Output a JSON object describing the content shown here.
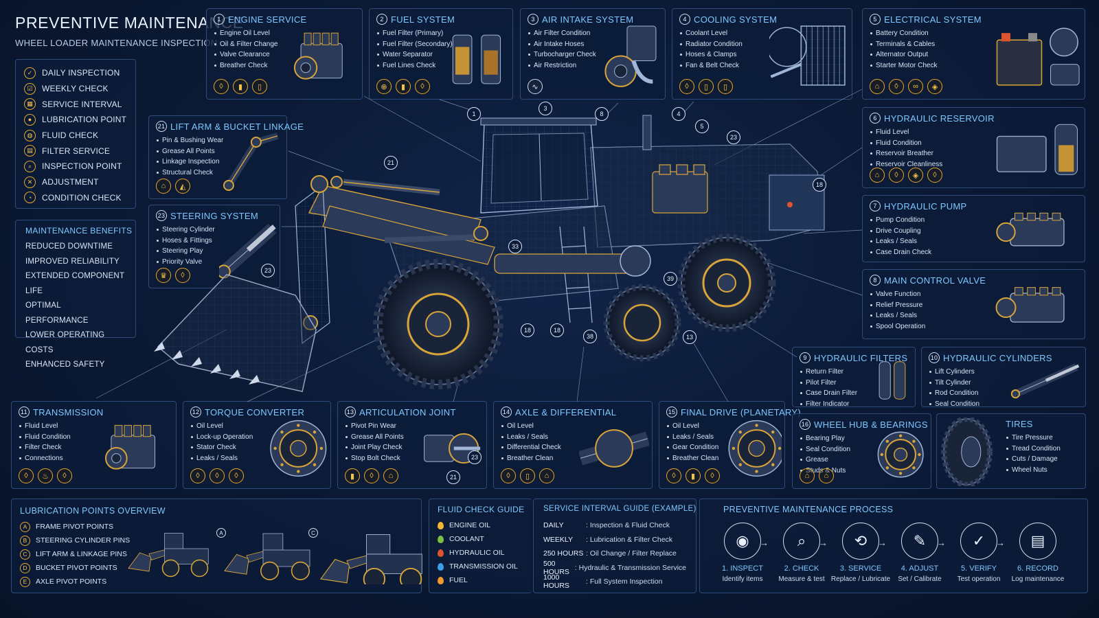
{
  "header": {
    "title": "PREVENTIVE MAINTENANCE",
    "subtitle": "WHEEL LOADER MAINTENANCE INSPECTION"
  },
  "legend": [
    {
      "label": "DAILY INSPECTION",
      "icon": "check-circle-icon"
    },
    {
      "label": "WEEKLY CHECK",
      "icon": "calendar-check-icon"
    },
    {
      "label": "SERVICE INTERVAL",
      "icon": "calendar-icon"
    },
    {
      "label": "LUBRICATION POINT",
      "icon": "oil-drop-icon"
    },
    {
      "label": "FLUID CHECK",
      "icon": "fluid-icon"
    },
    {
      "label": "FILTER SERVICE",
      "icon": "filter-icon"
    },
    {
      "label": "INSPECTION POINT",
      "icon": "magnifier-icon"
    },
    {
      "label": "ADJUSTMENT",
      "icon": "wrench-icon"
    },
    {
      "label": "CONDITION CHECK",
      "icon": "gauge-icon"
    }
  ],
  "benefits": {
    "title": "MAINTENANCE BENEFITS",
    "items": [
      "REDUCED DOWNTIME",
      "IMPROVED RELIABILITY",
      "EXTENDED COMPONENT LIFE",
      "OPTIMAL PERFORMANCE",
      "LOWER OPERATING COSTS",
      "ENHANCED SAFETY"
    ]
  },
  "systems": {
    "engine": {
      "num": "1",
      "title": "ENGINE SERVICE",
      "items": [
        "Engine Oil Level",
        "Oil & Filter Change",
        "Valve Clearance",
        "Breather Check"
      ]
    },
    "fuel": {
      "num": "2",
      "title": "FUEL SYSTEM",
      "items": [
        "Fuel Filter (Primary)",
        "Fuel Filter (Secondary)",
        "Water Separator",
        "Fuel Lines Check"
      ]
    },
    "air": {
      "num": "3",
      "title": "AIR INTAKE SYSTEM",
      "items": [
        "Air Filter Condition",
        "Air Intake Hoses",
        "Turbocharger Check",
        "Air Restriction"
      ]
    },
    "cooling": {
      "num": "4",
      "title": "COOLING SYSTEM",
      "items": [
        "Coolant Level",
        "Radiator Condition",
        "Hoses & Clamps",
        "Fan & Belt Check"
      ]
    },
    "electrical": {
      "num": "5",
      "title": "ELECTRICAL SYSTEM",
      "items": [
        "Battery Condition",
        "Terminals & Cables",
        "Alternator Output",
        "Starter Motor Check"
      ]
    },
    "reservoir": {
      "num": "6",
      "title": "HYDRAULIC RESERVOIR",
      "items": [
        "Fluid Level",
        "Fluid Condition",
        "Reservoir Breather",
        "Reservoir Cleanliness"
      ]
    },
    "pump": {
      "num": "7",
      "title": "HYDRAULIC PUMP",
      "items": [
        "Pump Condition",
        "Drive Coupling",
        "Leaks / Seals",
        "Case Drain Check"
      ]
    },
    "valve": {
      "num": "8",
      "title": "MAIN CONTROL VALVE",
      "items": [
        "Valve Function",
        "Relief Pressure",
        "Leaks / Seals",
        "Spool Operation"
      ]
    },
    "filters": {
      "num": "9",
      "title": "HYDRAULIC FILTERS",
      "items": [
        "Return Filter",
        "Pilot Filter",
        "Case Drain Filter",
        "Filter Indicator"
      ]
    },
    "cylinders": {
      "num": "10",
      "title": "HYDRAULIC CYLINDERS",
      "items": [
        "Lift Cylinders",
        "Tilt Cylinder",
        "Rod Condition",
        "Seal Condition"
      ]
    },
    "transmission": {
      "num": "11",
      "title": "TRANSMISSION",
      "items": [
        "Fluid Level",
        "Fluid Condition",
        "Filter Check",
        "Connections"
      ]
    },
    "converter": {
      "num": "12",
      "title": "TORQUE CONVERTER",
      "items": [
        "Oil Level",
        "Lock-up Operation",
        "Stator Check",
        "Leaks / Seals"
      ]
    },
    "articulation": {
      "num": "13",
      "title": "ARTICULATION JOINT",
      "items": [
        "Pivot Pin Wear",
        "Grease All Points",
        "Joint Play Check",
        "Stop Bolt Check"
      ]
    },
    "axle": {
      "num": "14",
      "title": "AXLE & DIFFERENTIAL",
      "items": [
        "Oil Level",
        "Leaks / Seals",
        "Differential Check",
        "Breather Clean"
      ]
    },
    "finaldrive": {
      "num": "15",
      "title": "FINAL DRIVE (PLANETARY)",
      "items": [
        "Oil Level",
        "Leaks / Seals",
        "Gear Condition",
        "Breather Clean"
      ]
    },
    "hub": {
      "num": "16",
      "title": "WHEEL HUB & BEARINGS",
      "items": [
        "Bearing Play",
        "Seal Condition",
        "Grease",
        "Studs & Nuts"
      ]
    },
    "tires": {
      "title": "TIRES",
      "items": [
        "Tire Pressure",
        "Tread Condition",
        "Cuts / Damage",
        "Wheel Nuts"
      ]
    },
    "liftarm": {
      "num": "21",
      "title": "LIFT ARM & BUCKET LINKAGE",
      "items": [
        "Pin & Bushing Wear",
        "Grease All Points",
        "Linkage Inspection",
        "Structural Check"
      ]
    },
    "steering": {
      "num": "23",
      "title": "STEERING SYSTEM",
      "items": [
        "Steering Cylinder",
        "Hoses & Fittings",
        "Steering Play",
        "Priority Valve"
      ]
    }
  },
  "callouts": [
    "1",
    "3",
    "8",
    "4",
    "5",
    "23",
    "18",
    "21",
    "23",
    "33",
    "18",
    "18",
    "38",
    "39",
    "13",
    "23",
    "21"
  ],
  "lubrication": {
    "title": "LUBRICATION POINTS OVERVIEW",
    "items": [
      {
        "letter": "A",
        "label": "FRAME PIVOT POINTS"
      },
      {
        "letter": "B",
        "label": "STEERING CYLINDER PINS"
      },
      {
        "letter": "C",
        "label": "LIFT ARM & LINKAGE PINS"
      },
      {
        "letter": "D",
        "label": "BUCKET PIVOT POINTS"
      },
      {
        "letter": "E",
        "label": "AXLE PIVOT POINTS"
      }
    ],
    "markers": [
      "A",
      "C"
    ]
  },
  "fluid_guide": {
    "title": "FLUID CHECK GUIDE",
    "items": [
      {
        "label": "ENGINE OIL",
        "color": "#f2b632"
      },
      {
        "label": "COOLANT",
        "color": "#7bc043"
      },
      {
        "label": "HYDRAULIC OIL",
        "color": "#e0532f"
      },
      {
        "label": "TRANSMISSION OIL",
        "color": "#3aa0e8"
      },
      {
        "label": "FUEL",
        "color": "#f29a2e"
      }
    ]
  },
  "interval_guide": {
    "title": "SERVICE INTERVAL GUIDE (EXAMPLE)",
    "rows": [
      {
        "interval": "DAILY",
        "task": ": Inspection & Fluid Check"
      },
      {
        "interval": "WEEKLY",
        "task": ": Lubrication & Filter Check"
      },
      {
        "interval": "250 HOURS",
        "task": ": Oil Change / Filter Replace"
      },
      {
        "interval": "500 HOURS",
        "task": ": Hydraulic & Transmission Service"
      },
      {
        "interval": "1000 HOURS",
        "task": ": Full System Inspection"
      }
    ]
  },
  "process": {
    "title": "PREVENTIVE MAINTENANCE PROCESS",
    "steps": [
      {
        "label": "1. INSPECT",
        "desc": "Identify items",
        "icon": "inspect-icon"
      },
      {
        "label": "2. CHECK",
        "desc": "Measure & test",
        "icon": "clipboard-search-icon"
      },
      {
        "label": "3. SERVICE",
        "desc": "Replace / Lubricate",
        "icon": "service-icon"
      },
      {
        "label": "4. ADJUST",
        "desc": "Set / Calibrate",
        "icon": "wrench-icon"
      },
      {
        "label": "5. VERIFY",
        "desc": "Test operation",
        "icon": "verify-icon"
      },
      {
        "label": "6. RECORD",
        "desc": "Log maintenance",
        "icon": "record-icon"
      }
    ]
  }
}
